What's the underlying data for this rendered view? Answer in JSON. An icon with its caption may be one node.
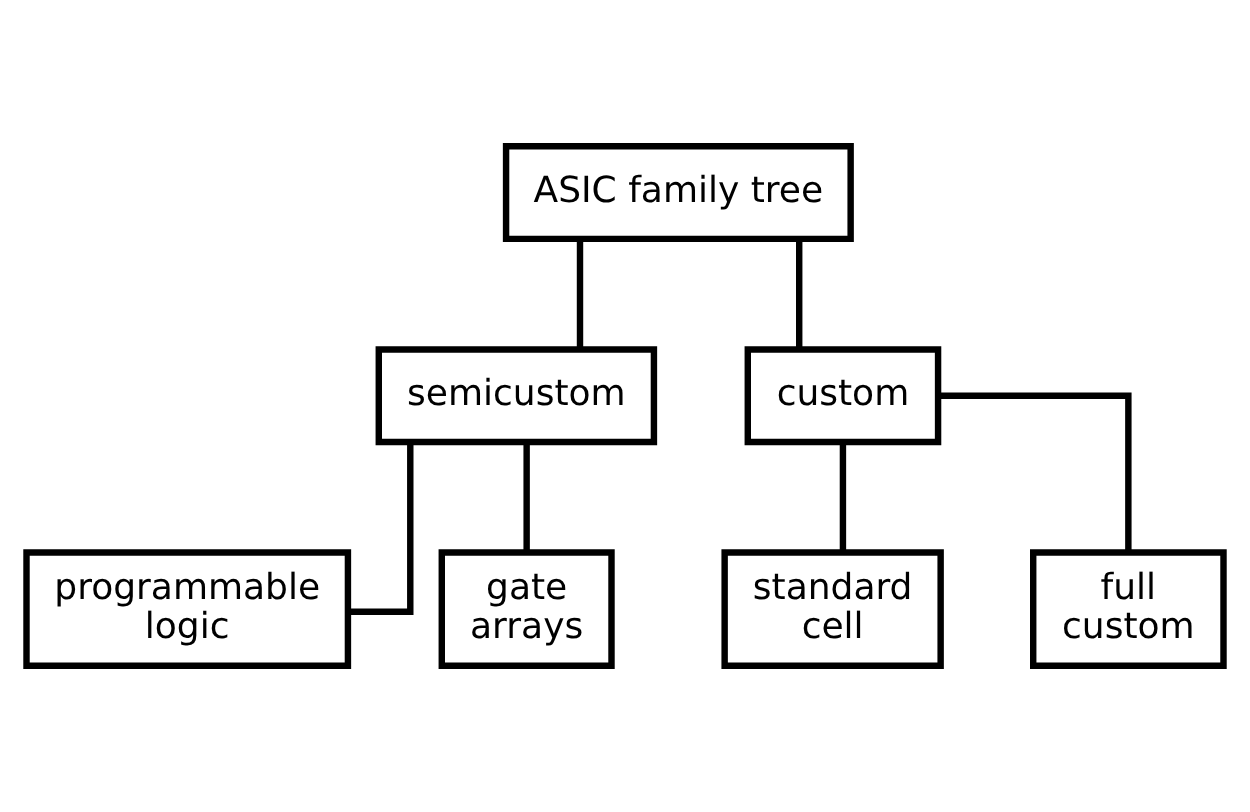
{
  "diagram": {
    "nodes": [
      {
        "text": [
          "ASIC family tree"
        ]
      },
      {
        "text": [
          "semicustom"
        ]
      },
      {
        "text": [
          "custom"
        ]
      },
      {
        "text": [
          "programmable logic"
        ]
      },
      {
        "text": [
          "gate arrays"
        ]
      },
      {
        "text": [
          "standard cell"
        ]
      },
      {
        "text": [
          "full custom"
        ]
      }
    ],
    "edges": [
      {
        "from": 0,
        "to": 1,
        "arrow": "none"
      },
      {
        "from": 0,
        "to": 2,
        "arrow": "none"
      },
      {
        "from": 1,
        "to": 3,
        "arrow": "none"
      },
      {
        "from": 1,
        "to": 4,
        "arrow": "none"
      },
      {
        "from": 2,
        "to": 5,
        "arrow": "none"
      },
      {
        "from": 2,
        "to": 6,
        "arrow": "none"
      }
    ]
  }
}
